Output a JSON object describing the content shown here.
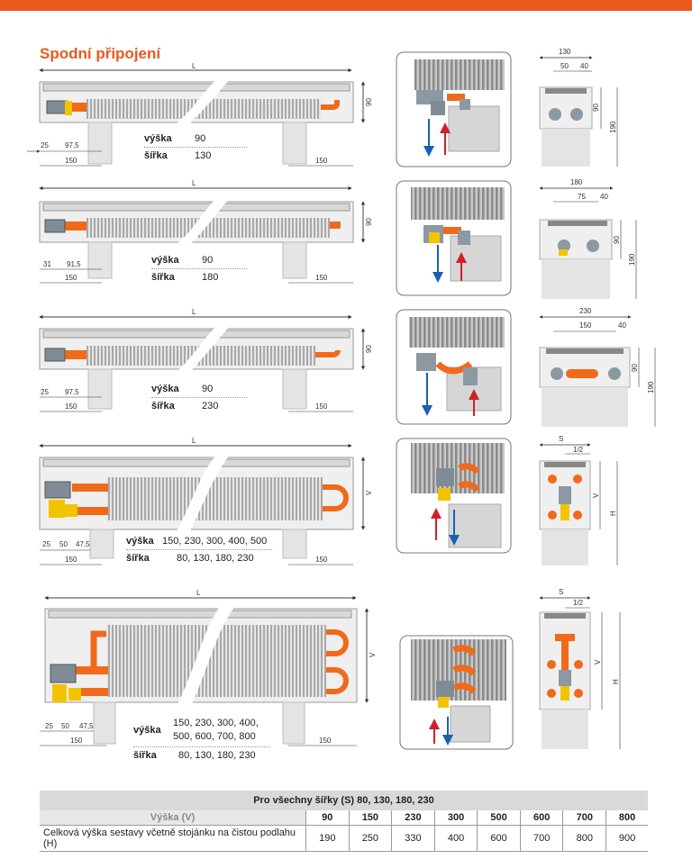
{
  "heading": "Spodní připojení",
  "dims": {
    "L": "L",
    "d90": "90",
    "d25": "25",
    "d97_5": "97,5",
    "d150": "150",
    "d31": "31",
    "d91_5": "91,5",
    "d50": "50",
    "d47_5": "47,5",
    "d130": "130",
    "d40": "40",
    "d190": "190",
    "d180": "180",
    "d75": "75",
    "d230": "230",
    "S": "S",
    "half": "1/2",
    "V": "V",
    "H": "H"
  },
  "specs": [
    {
      "vyska_label": "výška",
      "vyska": "90",
      "sirka_label": "šířka",
      "sirka": "130"
    },
    {
      "vyska_label": "výška",
      "vyska": "90",
      "sirka_label": "šířka",
      "sirka": "180"
    },
    {
      "vyska_label": "výška",
      "vyska": "90",
      "sirka_label": "šířka",
      "sirka": "230"
    },
    {
      "vyska_label": "výška",
      "vyska": "150, 230, 300, 400, 500",
      "sirka_label": "šířka",
      "sirka": "80, 130, 180, 230"
    },
    {
      "vyska_label": "výška",
      "vyska_l1": "150, 230, 300, 400,",
      "vyska_l2": "500, 600, 700, 800",
      "sirka_label": "šířka",
      "sirka": "80, 130, 180, 230"
    }
  ],
  "table": {
    "title": "Pro všechny šířky (S) 80, 130, 180, 230",
    "row1_label": "Výška (V)",
    "cols": [
      "90",
      "150",
      "230",
      "300",
      "500",
      "600",
      "700",
      "800"
    ],
    "row2_label": "Celková výška sestavy včetně stojánku na čistou podlahu (H)",
    "row2": [
      "190",
      "250",
      "330",
      "400",
      "600",
      "700",
      "800",
      "900"
    ]
  },
  "colors": {
    "accent": "#e85a1e",
    "pipe": "#f06a1a",
    "blue": "#1a5fb4",
    "red": "#d0202a"
  }
}
